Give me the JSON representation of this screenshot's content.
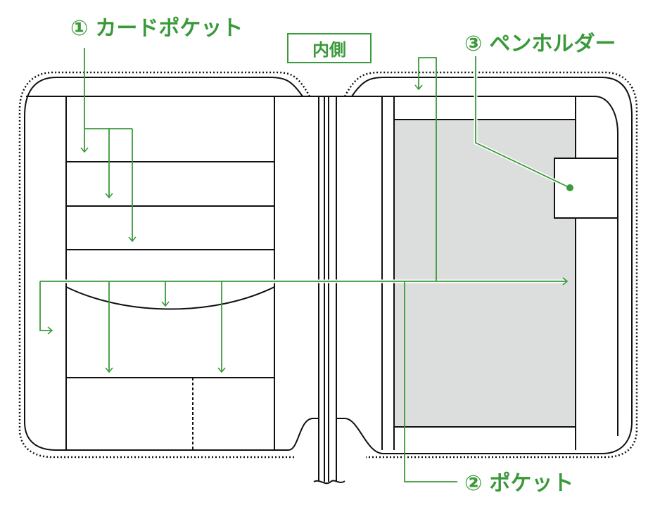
{
  "colors": {
    "accent": "#3a9a3a",
    "line": "#111111",
    "fill": "#dcdedd"
  },
  "labels": {
    "inside": "内側",
    "card_pocket": {
      "num": "①",
      "text": "カードポケット"
    },
    "pocket": {
      "num": "②",
      "text": "ポケット"
    },
    "pen_holder": {
      "num": "③",
      "text": "ペンホルダー"
    }
  }
}
